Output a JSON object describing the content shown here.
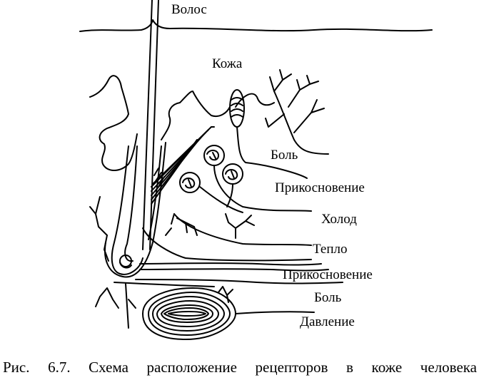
{
  "labels": {
    "hair": "Волос",
    "skin": "Кожа",
    "pain_top": "Боль",
    "touch_top": "Прикосновение",
    "cold": "Холод",
    "heat": "Тепло",
    "touch_bottom": "Прикосновение",
    "pain_bottom": "Боль",
    "pressure": "Давление"
  },
  "caption": "Рис. 6.7. Схема расположение рецепторов в коже человека",
  "colors": {
    "ink": "#000000",
    "paper": "#ffffff"
  }
}
